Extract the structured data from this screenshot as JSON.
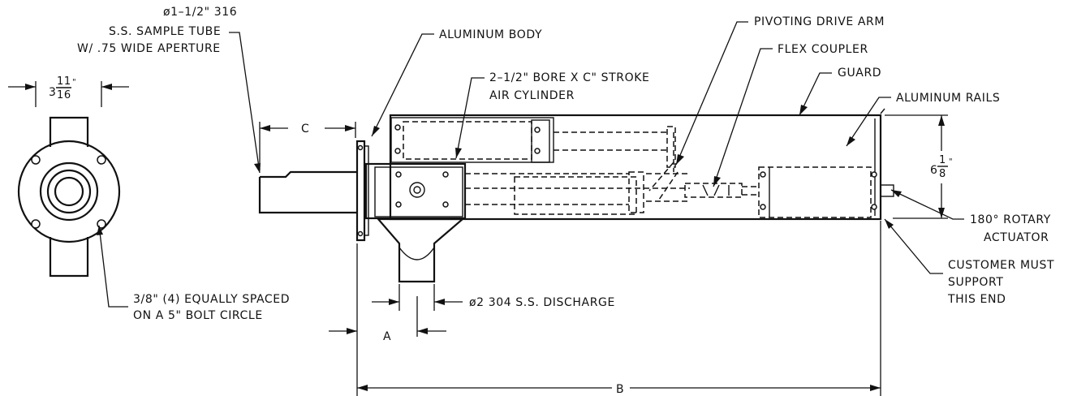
{
  "labels": {
    "sample_tube_1": "ø1–1/2\"  316",
    "sample_tube_2": "S.S. SAMPLE TUBE",
    "sample_tube_3": "W/ .75 WIDE APERTURE",
    "aluminum_body": "ALUMINUM BODY",
    "air_cylinder_1": "2–1/2\" BORE X C\" STROKE",
    "air_cylinder_2": "AIR CYLINDER",
    "pivoting_drive_arm": "PIVOTING DRIVE ARM",
    "flex_coupler": "FLEX COUPLER",
    "guard": "GUARD",
    "aluminum_rails": "ALUMINUM RAILS",
    "rotary_actuator_1": "180° ROTARY",
    "rotary_actuator_2": "ACTUATOR",
    "customer_support_1": "CUSTOMER MUST",
    "customer_support_2": "SUPPORT",
    "customer_support_3": "THIS END",
    "bolt_circle_1": "3/8\" (4) EQUALLY SPACED",
    "bolt_circle_2": "ON A 5\" BOLT CIRCLE",
    "discharge": "ø2 304 S.S. DISCHARGE"
  },
  "dimensions": {
    "width_whole": "3",
    "width_num": "11",
    "width_den": "16",
    "height_whole": "6",
    "height_num": "1",
    "height_den": "8",
    "c": "C",
    "a": "A",
    "b": "B"
  }
}
